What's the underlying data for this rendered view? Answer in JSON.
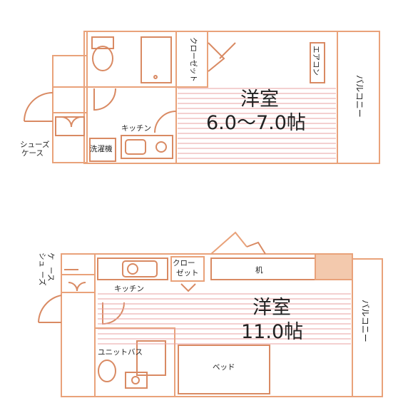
{
  "plan_a": {
    "shoe_case": [
      "シューズ",
      "ケース"
    ],
    "closet": "クローゼット",
    "aircon": "エアコン",
    "balcony": "バルコニー",
    "room_name": "洋室",
    "room_size": "6.0〜7.0帖",
    "kitchen": "キッチン",
    "washer": "洗濯機"
  },
  "plan_b": {
    "shoe_case": [
      "シュ",
      "ーズ",
      "ケ",
      "ース"
    ],
    "closet": [
      "クロー",
      "ゼット"
    ],
    "desk": "机",
    "kitchen": "キッチン",
    "room_name": "洋室",
    "room_size": "11.0帖",
    "bath": "ユニットバス",
    "bed": "ベッド",
    "balcony": "バルコニー"
  },
  "colors": {
    "wall": "#e9a27a",
    "floor_line": "#e8a0a0",
    "fixture": "#d98a63",
    "text": "#222222"
  }
}
